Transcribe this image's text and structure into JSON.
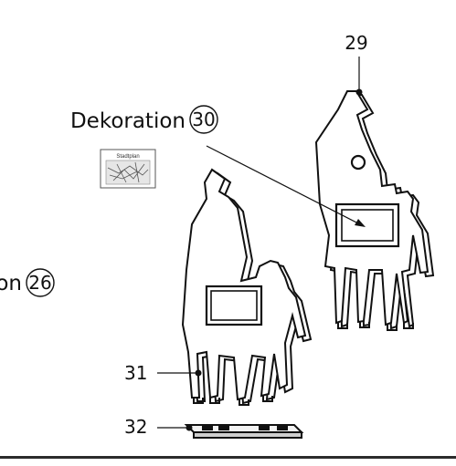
{
  "callouts": {
    "c29": {
      "number": "29"
    },
    "c30": {
      "text": "Dekoration",
      "number": "30"
    },
    "c26": {
      "text": "on",
      "number": "26"
    },
    "c31": {
      "number": "31"
    },
    "c32": {
      "number": "32"
    }
  },
  "stadtplan_card": {
    "label": "Stadtplan"
  },
  "colors": {
    "ink": "#111111",
    "bottom_bar": "#2b2b2b",
    "card_fill": "#e6e6e6"
  }
}
